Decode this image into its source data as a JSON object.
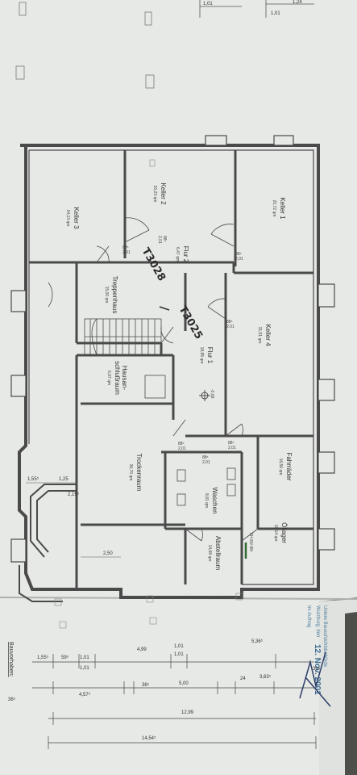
{
  "rooms": [
    {
      "id": "keller-1",
      "name": "Keller 1",
      "area": "20,72 qm"
    },
    {
      "id": "keller-2",
      "name": "Keller 2",
      "area": "20,23 qm"
    },
    {
      "id": "keller-3",
      "name": "Keller 3",
      "area": "24,13 qm"
    },
    {
      "id": "keller-4",
      "name": "Keller 4",
      "area": "31,51 qm"
    },
    {
      "id": "flur-1",
      "name": "Flur 1",
      "area": "18,85 qm"
    },
    {
      "id": "flur-2",
      "name": "Flur 2",
      "area": "6,47 qm"
    },
    {
      "id": "treppenhaus",
      "name": "Treppenhaus",
      "area": "15,00 qm"
    },
    {
      "id": "hausanschluss",
      "name": "Hausan-",
      "name2": "schlußraum",
      "area": "6,97 qm"
    },
    {
      "id": "trockenraum",
      "name": "Trockenraum",
      "area": "36,70 qm"
    },
    {
      "id": "waschen",
      "name": "Waschen",
      "area": "8,81 qm"
    },
    {
      "id": "fahrraeder",
      "name": "Fahrräder",
      "area": "16,56 qm"
    },
    {
      "id": "abstellraum",
      "name": "Abstellraum",
      "area": "14,68 qm"
    },
    {
      "id": "oellager",
      "name": "Öllager",
      "area": "10,14 qm"
    }
  ],
  "door_marks": [
    "88⁵",
    "2,01"
  ],
  "level_mark": "-2,69",
  "handwritten": {
    "t1": "T3028",
    "t2": "T3025"
  },
  "fh_mark": "FH 80/ 88⁵",
  "stamp": {
    "line1": "Untere Bauaufsichtsbehörde",
    "line2": "Wurzburg, den",
    "date": "12. Nov. 2001",
    "line3": "Im Auftrag"
  },
  "bauvorhaben": "Bauvorhaben:",
  "dims_top": [
    "1,01",
    "1,24",
    "1,01"
  ],
  "dims_left": [
    "1,55⁵",
    "1,25",
    "2,15⁵",
    "2,50"
  ],
  "dims_row1": [
    "1,55⁵",
    "59⁵",
    "1,01",
    "4,99",
    "1,01",
    "5,36⁵"
  ],
  "dims_row1_sub": [
    "1,01",
    "1,01"
  ],
  "dims_row2": [
    "4,57⁵",
    "36⁵",
    "5,00",
    "24",
    "3,63⁵",
    "36⁵"
  ],
  "dims_row3": "12,99",
  "dims_row4": "14,54⁵",
  "dim_36": "36⁵",
  "colors": {
    "paper": "#e7e9e6",
    "wall": "#4a4a4a",
    "stamp": "#4e7fa1",
    "background": "#6f726d"
  }
}
